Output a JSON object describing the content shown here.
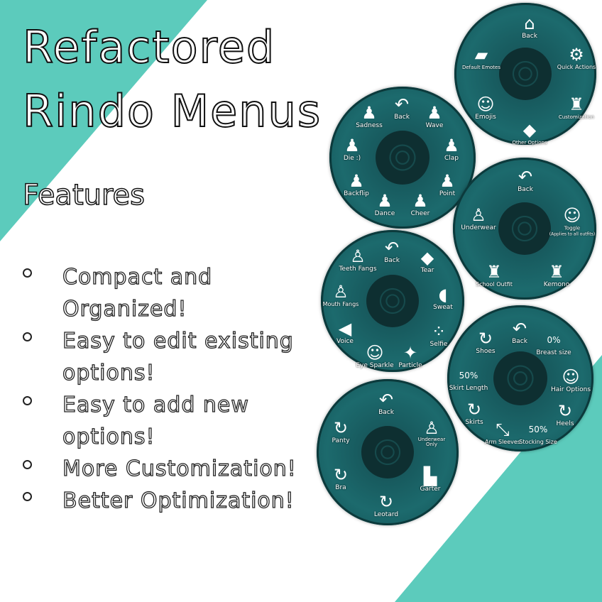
{
  "title": {
    "line1": "Refactored",
    "line2": "Rindo Menus"
  },
  "features_heading": "Features",
  "features": [
    {
      "text": "Compact and\nOrganized!"
    },
    {
      "text": "Easy to edit existing options!"
    },
    {
      "text": "Easy to add new options!"
    },
    {
      "text": "More Customization!"
    },
    {
      "text": "Better Optimization!"
    }
  ],
  "colors": {
    "accent": "#5ccbbc",
    "wheel": "#1c6a6d",
    "wheel_dark": "#0f3336"
  },
  "menus": {
    "main": {
      "back": "Back",
      "default_emotes": "Default Emotes",
      "quick_actions": "Quick Actions",
      "emojis": "Emojis",
      "customization": "Customization",
      "other_options": "Other Options"
    },
    "emotes": {
      "back": "Back",
      "sadness": "Sadness",
      "wave": "Wave",
      "die": "Die :)",
      "clap": "Clap",
      "backflip": "Backflip",
      "point": "Point",
      "dance": "Dance",
      "cheer": "Cheer"
    },
    "outfits": {
      "back": "Back",
      "underwear": "Underwear",
      "toggle": "Toggle",
      "toggle_note": "(Applies to all outfits)",
      "school_outfit": "School Outfit",
      "kemono": "Kemono"
    },
    "other": {
      "back": "Back",
      "teeth_fangs": "Teeth Fangs",
      "tear": "Tear",
      "mouth_fangs": "Mouth Fangs",
      "sweat": "Sweat",
      "voice": "Voice",
      "selfie": "Selfie",
      "eye_sparkle": "Eye Sparkle",
      "particle": "Particle"
    },
    "body": {
      "back": "Back",
      "shoes": "Shoes",
      "breast_size": "Breast size",
      "breast_value": "0%",
      "skirt_length": "Skirt Length",
      "skirt_value": "50%",
      "hair_options": "Hair Options",
      "skirts": "Skirts",
      "heels": "Heels",
      "arm_sleeves": "Arm Sleeves",
      "stocking_size": "Stocking Size",
      "stocking_value": "50%"
    },
    "underwear": {
      "back": "Back",
      "panty": "Panty",
      "underwear_only": "Underwear",
      "underwear_only_2": "Only",
      "bra": "Bra",
      "garter": "Garter",
      "leotard": "Leotard"
    }
  }
}
